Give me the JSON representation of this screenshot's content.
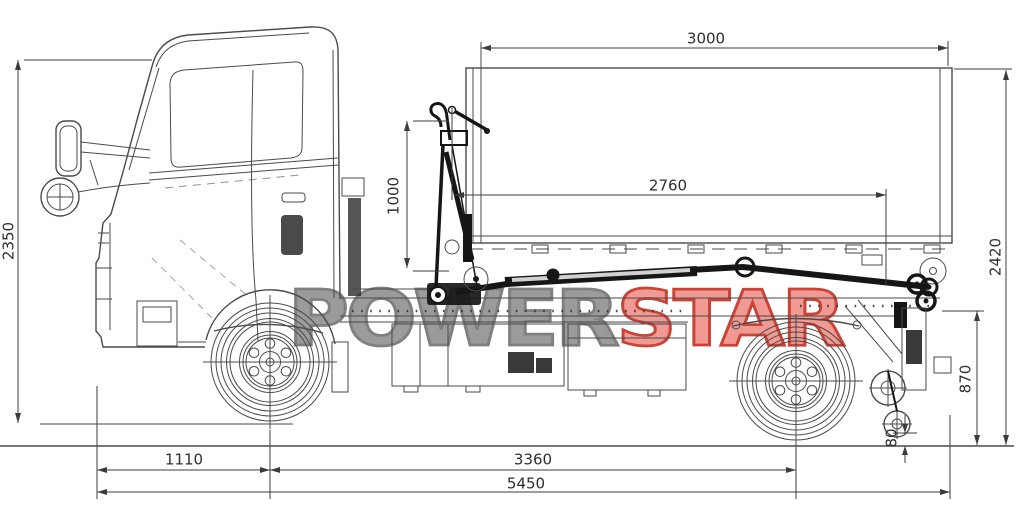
{
  "watermark": {
    "part1": "POWER",
    "part2": "STAR",
    "gray_color": "#8e8e8e",
    "red_color": "#c4281c"
  },
  "dimensions": {
    "container_length": {
      "label": "3000",
      "orientation": "horizontal"
    },
    "hook_height": {
      "label": "1000",
      "orientation": "vertical"
    },
    "hook_to_rear": {
      "label": "2760",
      "orientation": "horizontal"
    },
    "cab_height": {
      "label": "2350",
      "orientation": "vertical"
    },
    "overall_height": {
      "label": "2420",
      "orientation": "vertical"
    },
    "rear_frame_height": {
      "label": "870",
      "orientation": "vertical"
    },
    "rear_roller_clearance": {
      "label": "80",
      "orientation": "vertical"
    },
    "front_overhang": {
      "label": "1110",
      "orientation": "horizontal"
    },
    "wheelbase": {
      "label": "3360",
      "orientation": "horizontal"
    },
    "overall_length": {
      "label": "5450",
      "orientation": "horizontal"
    }
  },
  "colors": {
    "background": "#ffffff",
    "drawing_line": "#4a4a4a",
    "hooklift_dark": "#161616",
    "dimension_line": "#3c3c3c"
  }
}
